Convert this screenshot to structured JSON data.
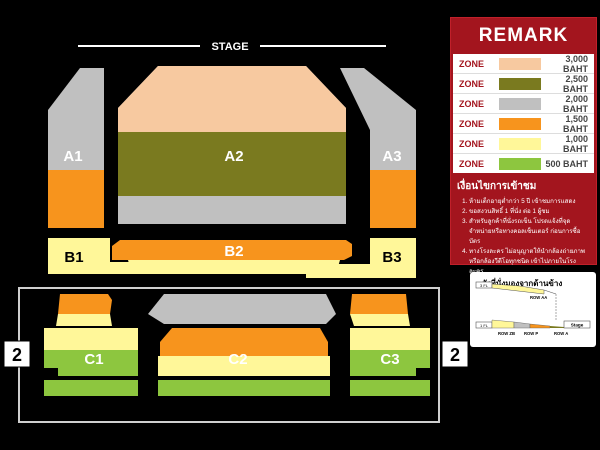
{
  "stage": {
    "label": "STAGE"
  },
  "zones": {
    "a1": "A1",
    "a2": "A2",
    "a3": "A3",
    "b1": "B1",
    "b2": "B2",
    "b3": "B3",
    "c1": "C1",
    "c2": "C2",
    "c3": "C3",
    "side_num_left": "2",
    "side_num_right": "2"
  },
  "legend": {
    "title": "REMARK",
    "zone_word": "ZONE",
    "prices": [
      {
        "label": "3,000 BAHT",
        "color": "#f7c9a0"
      },
      {
        "label": "2,500 BAHT",
        "color": "#7a7a1f"
      },
      {
        "label": "2,000 BAHT",
        "color": "#c0c0c0"
      },
      {
        "label": "1,500 BAHT",
        "color": "#f7941d"
      },
      {
        "label": "1,000 BAHT",
        "color": "#fff799"
      },
      {
        "label": "500 BAHT",
        "color": "#8dc63f"
      }
    ],
    "conditions_title": "เงื่อนไขการเข้าชม",
    "conditions": [
      "ห้ามเด็กอายุต่ำกว่า 5 ปี เข้าชมการแสดง",
      "ขอสงวนสิทธิ์ 1 ที่นั่ง ต่อ 1 ผู้ชม",
      "สำหรับลูกค้าที่นั่งรถเข็น โปรดแจ้งที่จุดจำหน่ายหรือทางคอลเซ็นเตอร์ ก่อนการซื้อบัตร",
      "ทางโรงละคร ไม่อนุญาตให้นำกล้องถ่ายภาพหรือกล้องวีดีโอทุกชนิด เข้าไปภายในโรงละคร"
    ]
  },
  "side_view": {
    "title": "ผังที่นั่งมองจากด้านข้าง",
    "tag_top": "3 FL",
    "tag_bottom": "1 FL",
    "row_aa": "ROW AA",
    "row_zb": "ROW ZB",
    "row_p": "ROW P",
    "row_a": "ROW A",
    "stage": "Stage"
  },
  "colors": {
    "peach": "#f7c9a0",
    "olive": "#7a7a1f",
    "grey": "#c0c0c0",
    "orange": "#f7941d",
    "yellow": "#fff799",
    "green": "#8dc63f",
    "accent": "#a3151e"
  }
}
